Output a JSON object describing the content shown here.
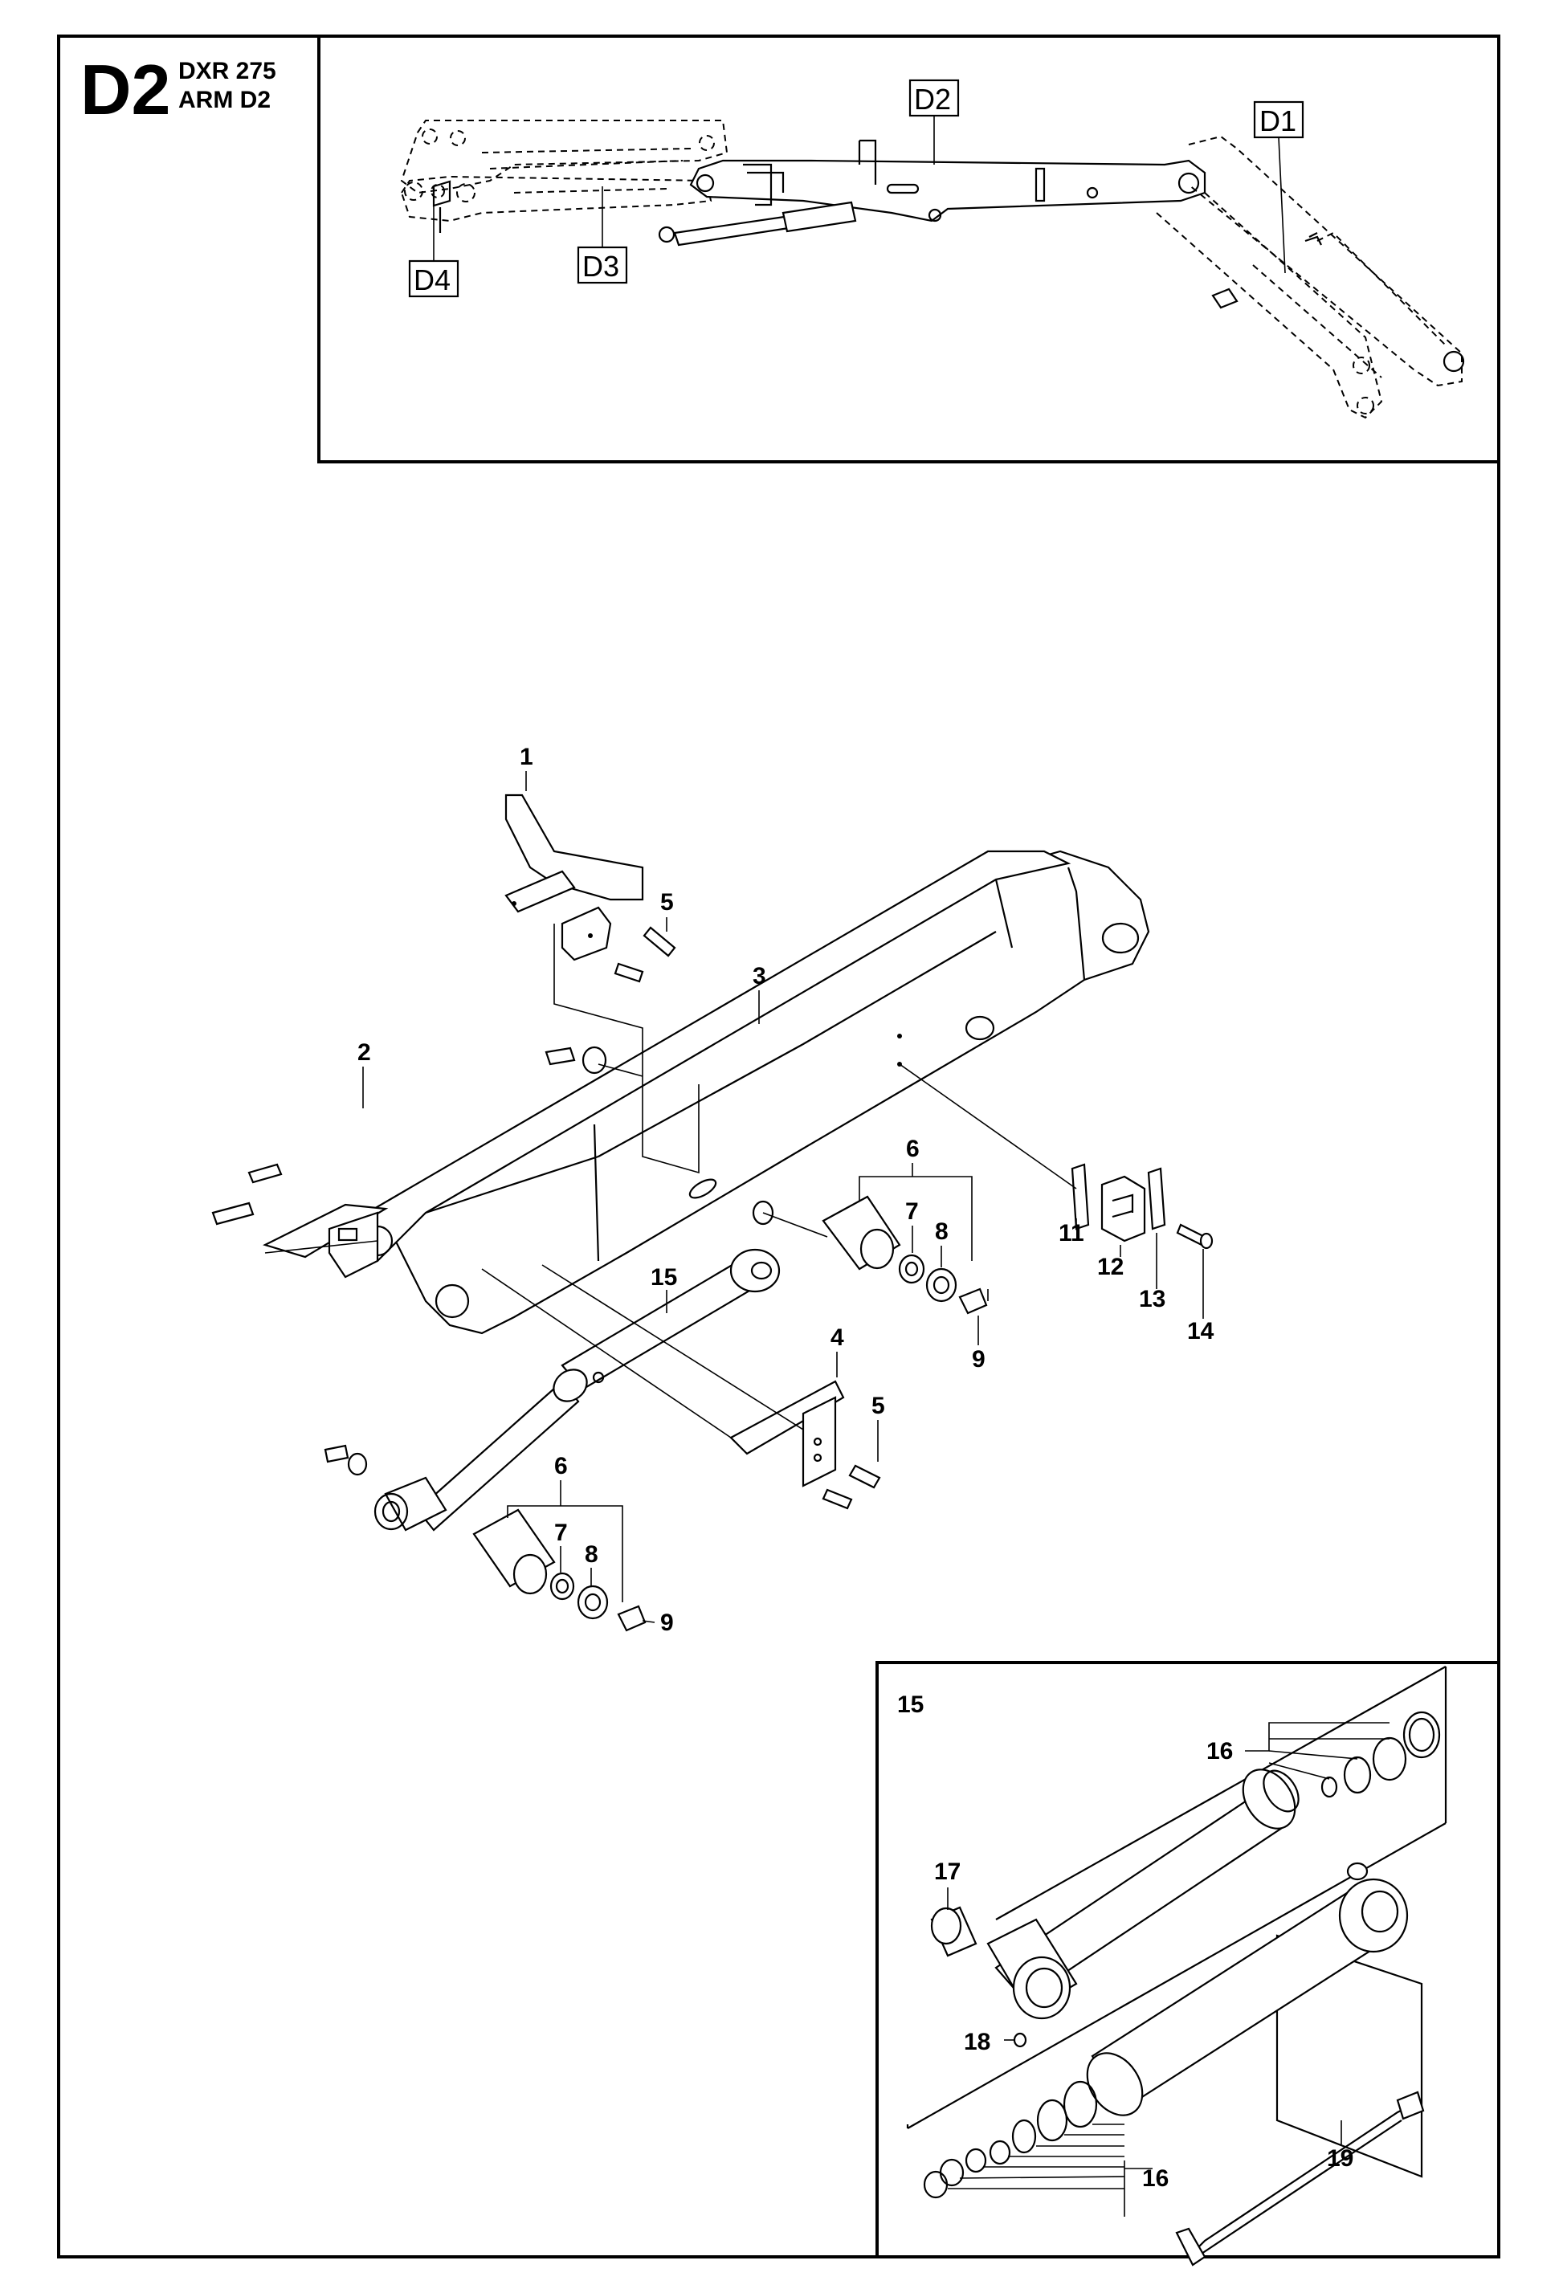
{
  "header": {
    "code": "D2",
    "model": "DXR 275",
    "name": "ARM D2"
  },
  "overview": {
    "labels": [
      "D1",
      "D2",
      "D3",
      "D4"
    ]
  },
  "callouts": {
    "c1": "1",
    "c2": "2",
    "c3": "3",
    "c4": "4",
    "c5a": "5",
    "c5b": "5",
    "c6a": "6",
    "c6b": "6",
    "c7a": "7",
    "c7b": "7",
    "c8a": "8",
    "c8b": "8",
    "c9a": "9",
    "c9b": "9",
    "c11": "11",
    "c12": "12",
    "c13": "13",
    "c14": "14",
    "c15": "15"
  },
  "inset": {
    "title": "15",
    "c16a": "16",
    "c16b": "16",
    "c17": "17",
    "c18": "18",
    "c19": "19"
  }
}
